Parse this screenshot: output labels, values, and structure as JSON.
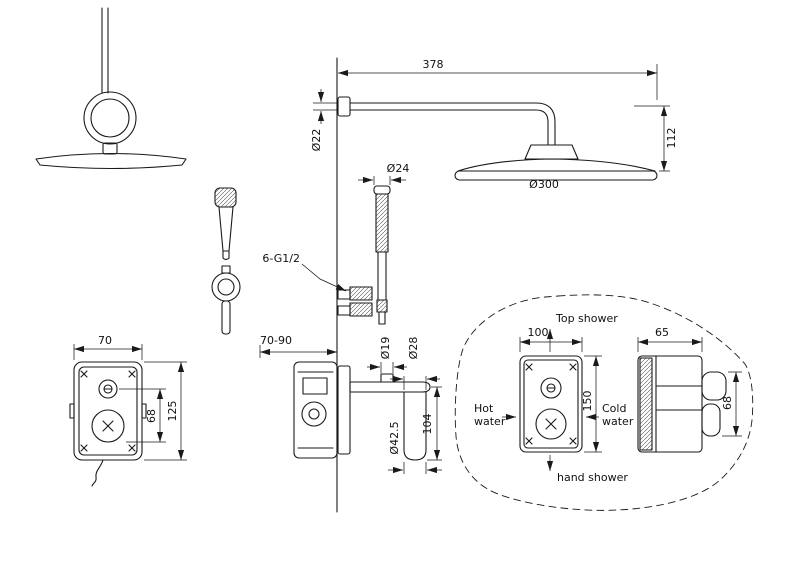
{
  "page": {
    "background": "#ffffff",
    "line_color": "#1a1a1a"
  },
  "drawing": {
    "main": {
      "d378": "378",
      "d112": "112",
      "d22": "Ø22",
      "d24": "Ø24",
      "d300": "Ø300",
      "thread": "6-G1/2",
      "d7090": "70-90",
      "d19": "Ø19",
      "d28": "Ø28",
      "d42_5": "Ø42.5",
      "d104": "104"
    },
    "valve_front": {
      "d70": "70",
      "d68": "68",
      "d125": "125"
    },
    "detail": {
      "d100": "100",
      "d150": "150",
      "d65": "65",
      "d68": "68",
      "top_shower": "Top shower",
      "hot_line1": "Hot",
      "hot_line2": "water",
      "cold_line1": "Cold",
      "cold_line2": "water",
      "hand_shower": "hand shower"
    }
  }
}
